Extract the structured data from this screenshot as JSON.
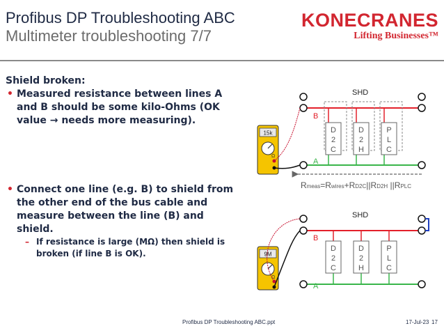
{
  "header": {
    "title": "Profibus DP Troubleshooting ABC",
    "subtitle": "Multimeter troubleshooting 7/7"
  },
  "logo": {
    "name": "KONECRANES",
    "tagline": "Lifting Businesses™"
  },
  "content": {
    "heading": "Shield broken:",
    "bullet1": "Measured resistance between lines A and B should be some kilo-Ohms (OK value → needs more measuring).",
    "bullet2": "Connect one line (e.g. B) to shield from the other end of the bus cable and measure between the line (B) and shield.",
    "sub_bullet": "If resistance is large (MΩ) then shield is broken (if line B is OK)."
  },
  "diagram1": {
    "shd": "SHD",
    "line_b": "B",
    "line_a": "A",
    "meter_reading": "15k",
    "device1": [
      "D",
      "2",
      "C"
    ],
    "device2": [
      "D",
      "2",
      "H"
    ],
    "device3": [
      "P",
      "L",
      "C"
    ],
    "formula": {
      "r1": "R",
      "meas": "meas",
      "eq": "=R",
      "wires": "wires",
      "plus": "+R",
      "d2c": "D2C",
      "par1": "||R",
      "d2h": "D2H",
      "par2": " ||R",
      "plc": "PLC"
    }
  },
  "diagram2": {
    "shd": "SHD",
    "line_b": "B",
    "line_a": "A",
    "meter_reading": "9M",
    "device1": [
      "D",
      "2",
      "C"
    ],
    "device2": [
      "D",
      "2",
      "H"
    ],
    "device3": [
      "P",
      "L",
      "C"
    ]
  },
  "footer": {
    "filename": "Profibus DP Troubleshooting ABC.ppt",
    "date": "17-Jul-23",
    "page": "17"
  },
  "colors": {
    "title": "#1f2a44",
    "red": "#d22630",
    "line_b": "#e3202a",
    "line_a": "#39b54a",
    "meter_body": "#f5c400"
  }
}
